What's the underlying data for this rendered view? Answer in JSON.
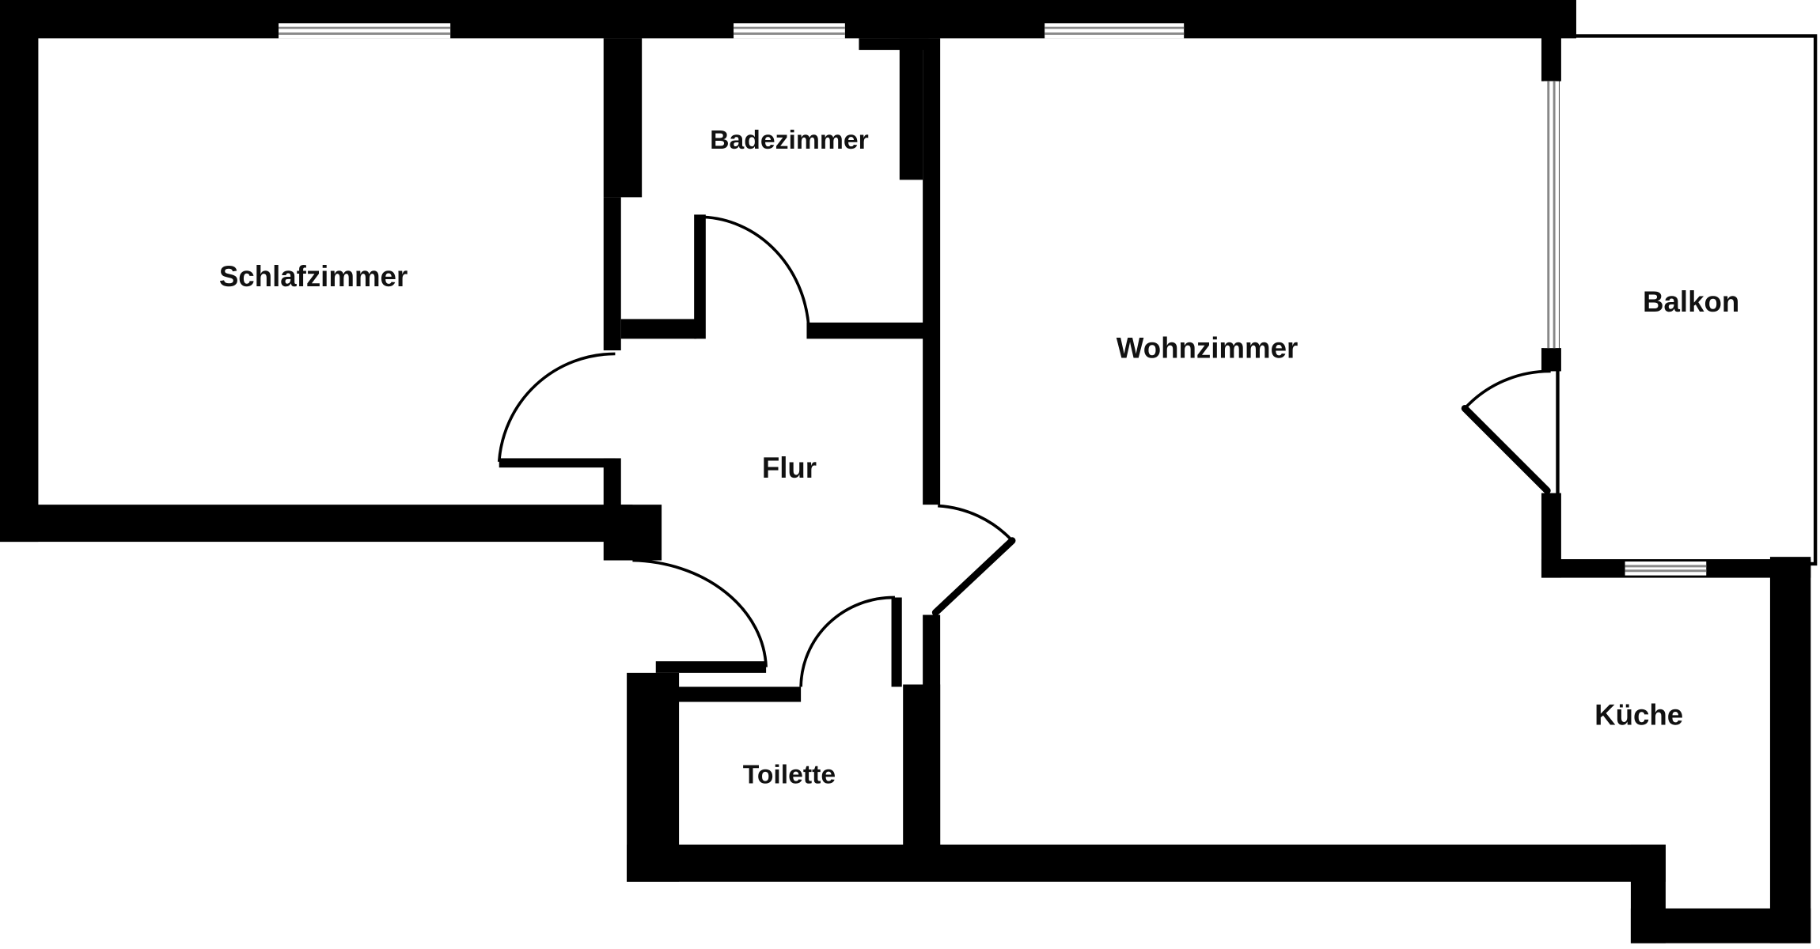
{
  "floor_plan": {
    "rooms": {
      "schlafzimmer": "Schlafzimmer",
      "badezimmer": "Badezimmer",
      "wohnzimmer": "Wohnzimmer",
      "balkon": "Balkon",
      "flur": "Flur",
      "kueche": "Küche",
      "toilette": "Toilette"
    },
    "colors": {
      "wall": "#000000",
      "background": "#ffffff",
      "window": "#888888"
    }
  }
}
